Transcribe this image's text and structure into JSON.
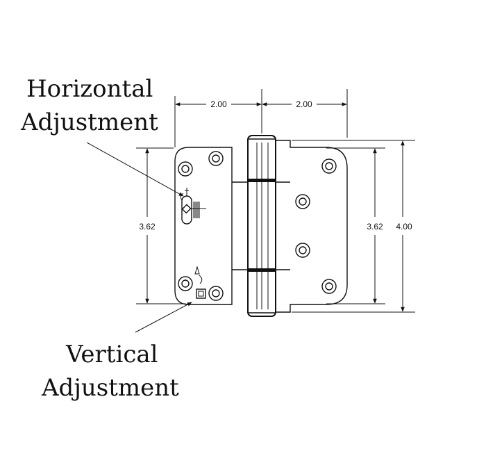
{
  "labels": {
    "horizontal_line1": "Horizontal",
    "horizontal_line2": "Adjustment",
    "vertical_line1": "Vertical",
    "vertical_line2": "Adjustment"
  },
  "dimensions": {
    "left_width": "2.00",
    "right_width": "2.00",
    "left_height": "3.62",
    "right_inner_height": "3.62",
    "right_outer_height": "4.00"
  },
  "colors": {
    "line": "#111111",
    "background": "#ffffff"
  }
}
